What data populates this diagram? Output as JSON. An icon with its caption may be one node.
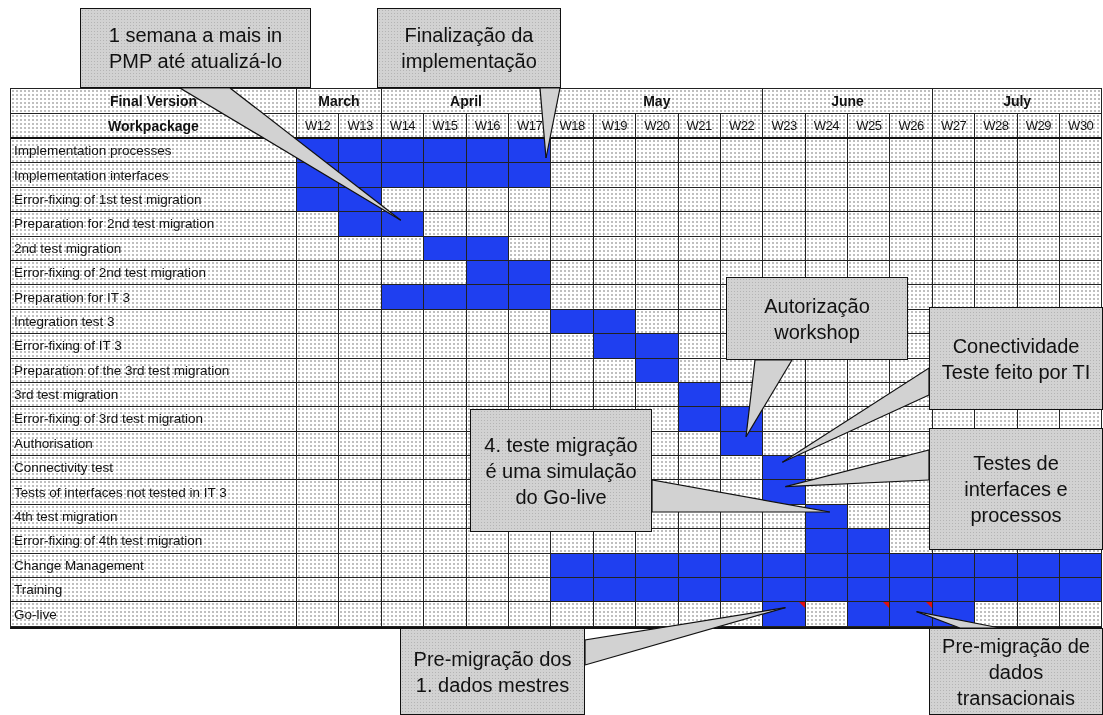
{
  "diagram": {
    "nodes": [
      {
        "text": [
          "1 semana a mais in PMP até atualizá-lo"
        ]
      },
      {
        "text": [
          "Finalização da implementação"
        ]
      },
      {
        "text": [
          "Autorização workshop"
        ]
      },
      {
        "text": [
          "Conectividade Teste feito por TI"
        ]
      },
      {
        "text": [
          "Testes de interfaces e processos"
        ]
      },
      {
        "text": [
          "4. teste migração é uma simulação do Go-live"
        ]
      },
      {
        "text": [
          "Pre-migração dos 1. dados mestres"
        ]
      },
      {
        "text": [
          "Pre-migração de dados transacionais"
        ]
      },
      {
        "text": [],
        "shape": "bar"
      },
      {
        "text": [],
        "shape": "bar"
      },
      {
        "text": [],
        "shape": "bar"
      },
      {
        "text": [],
        "shape": "bar"
      },
      {
        "text": [],
        "shape": "bar"
      },
      {
        "text": [],
        "shape": "bar"
      },
      {
        "text": [],
        "shape": "bar"
      },
      {
        "text": [],
        "shape": "bar"
      }
    ],
    "edges": [
      {
        "from": 0,
        "to": 9,
        "arrow": "none"
      },
      {
        "from": 1,
        "to": 8,
        "arrow": "none"
      },
      {
        "from": 2,
        "to": 10,
        "arrow": "none"
      },
      {
        "from": 3,
        "to": 11,
        "arrow": "none"
      },
      {
        "from": 4,
        "to": 12,
        "arrow": "none"
      },
      {
        "from": 5,
        "to": 13,
        "arrow": "none"
      },
      {
        "from": 6,
        "to": 14,
        "arrow": "none"
      },
      {
        "from": 7,
        "to": 15,
        "arrow": "none"
      }
    ],
    "labels": [
      "Final Version",
      "March",
      "April",
      "May",
      "June",
      "July",
      "Workpackage",
      "W12",
      "W13",
      "W14",
      "W15",
      "W16",
      "W17",
      "W18",
      "W19",
      "W20",
      "W21",
      "W22",
      "W23",
      "W24",
      "W25",
      "W26",
      "W27",
      "W28",
      "W29",
      "W30",
      "Implementation processes",
      "Implementation interfaces",
      "Error-fixing of 1st test migration",
      "Preparation for 2nd test migration",
      "2nd test migration",
      "Error-fixing of 2nd test migration",
      "Preparation for IT 3",
      "Integration test 3",
      "Error-fixing of IT 3",
      "Preparation of the 3rd test migration",
      "3rd test migration",
      "Error-fixing of 3rd test migration",
      "Authorisation",
      "Connectivity test",
      "Tests of interfaces not tested in IT 3",
      "4th test migration",
      "Error-fixing of 4th test migration",
      "Change Management",
      "Training",
      "Go-live"
    ]
  }
}
